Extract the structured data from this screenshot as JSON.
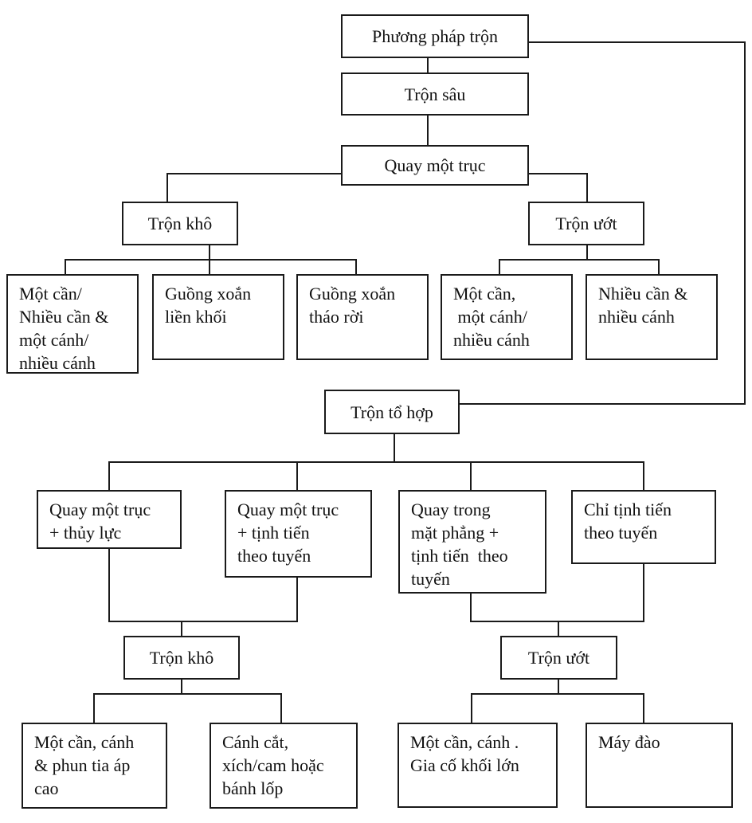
{
  "diagram": {
    "title": "Phương pháp trộn",
    "colors": {
      "line": "#1a1a1a",
      "text": "#111111",
      "background": "#ffffff"
    },
    "nodes": {
      "phuong_phap_tron": "Phương pháp trộn",
      "tron_sau": "Trộn sâu",
      "quay_mot_truc": "Quay một trục",
      "tron_kho_upper": "Trộn khô",
      "tron_uot_upper": "Trộn ướt",
      "mot_can_nhieu_can": "Một cần/\nNhiều cần &\nmột cánh/\nnhiều cánh",
      "guong_xoan_lien_khoi": "Guồng xoắn\nliền khối",
      "guong_xoan_thao_roi": "Guồng xoắn\ntháo rời",
      "mot_can_mot_canh": "Một cần,\n một cánh/\nnhiều cánh",
      "nhieu_can_nhieu_canh": "Nhiều cần &\nnhiều cánh",
      "tron_to_hop": "Trộn tổ hợp",
      "quay_thuy_luc": "Quay một trục\n+ thủy lực",
      "quay_tinh_tien": "Quay một trục\n+ tịnh tiến\ntheo tuyến",
      "quay_mat_phang": "Quay trong\nmặt phẳng +\ntịnh tiến  theo\ntuyến",
      "chi_tinh_tien": "Chỉ tịnh tiến\ntheo tuyến",
      "tron_kho_lower": "Trộn khô",
      "tron_uot_lower": "Trộn ướt",
      "phun_tia_ap_cao": "Một cần, cánh\n& phun tia áp\ncao",
      "canh_cat": "Cánh cắt,\nxích/cam hoặc\nbánh lốp",
      "gia_co_khoi_lon": "Một cần, cánh .\nGia cố khối lớn",
      "may_dao": "Máy đào"
    }
  }
}
